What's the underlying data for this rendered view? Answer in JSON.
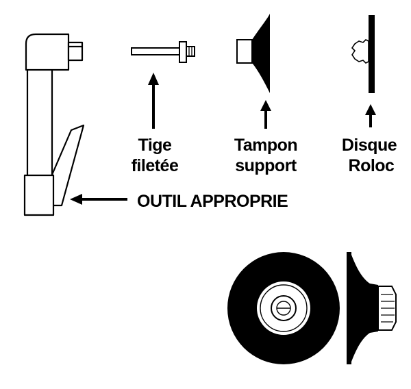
{
  "labels": {
    "tige_line1": "Tige",
    "tige_line2": "filetée",
    "tampon_line1": "Tampon",
    "tampon_line2": "support",
    "disque_line1": "Disque",
    "disque_line2": "Roloc",
    "outil": "OUTIL APPROPRIE"
  },
  "colors": {
    "ink": "#000000",
    "paper": "#ffffff"
  }
}
